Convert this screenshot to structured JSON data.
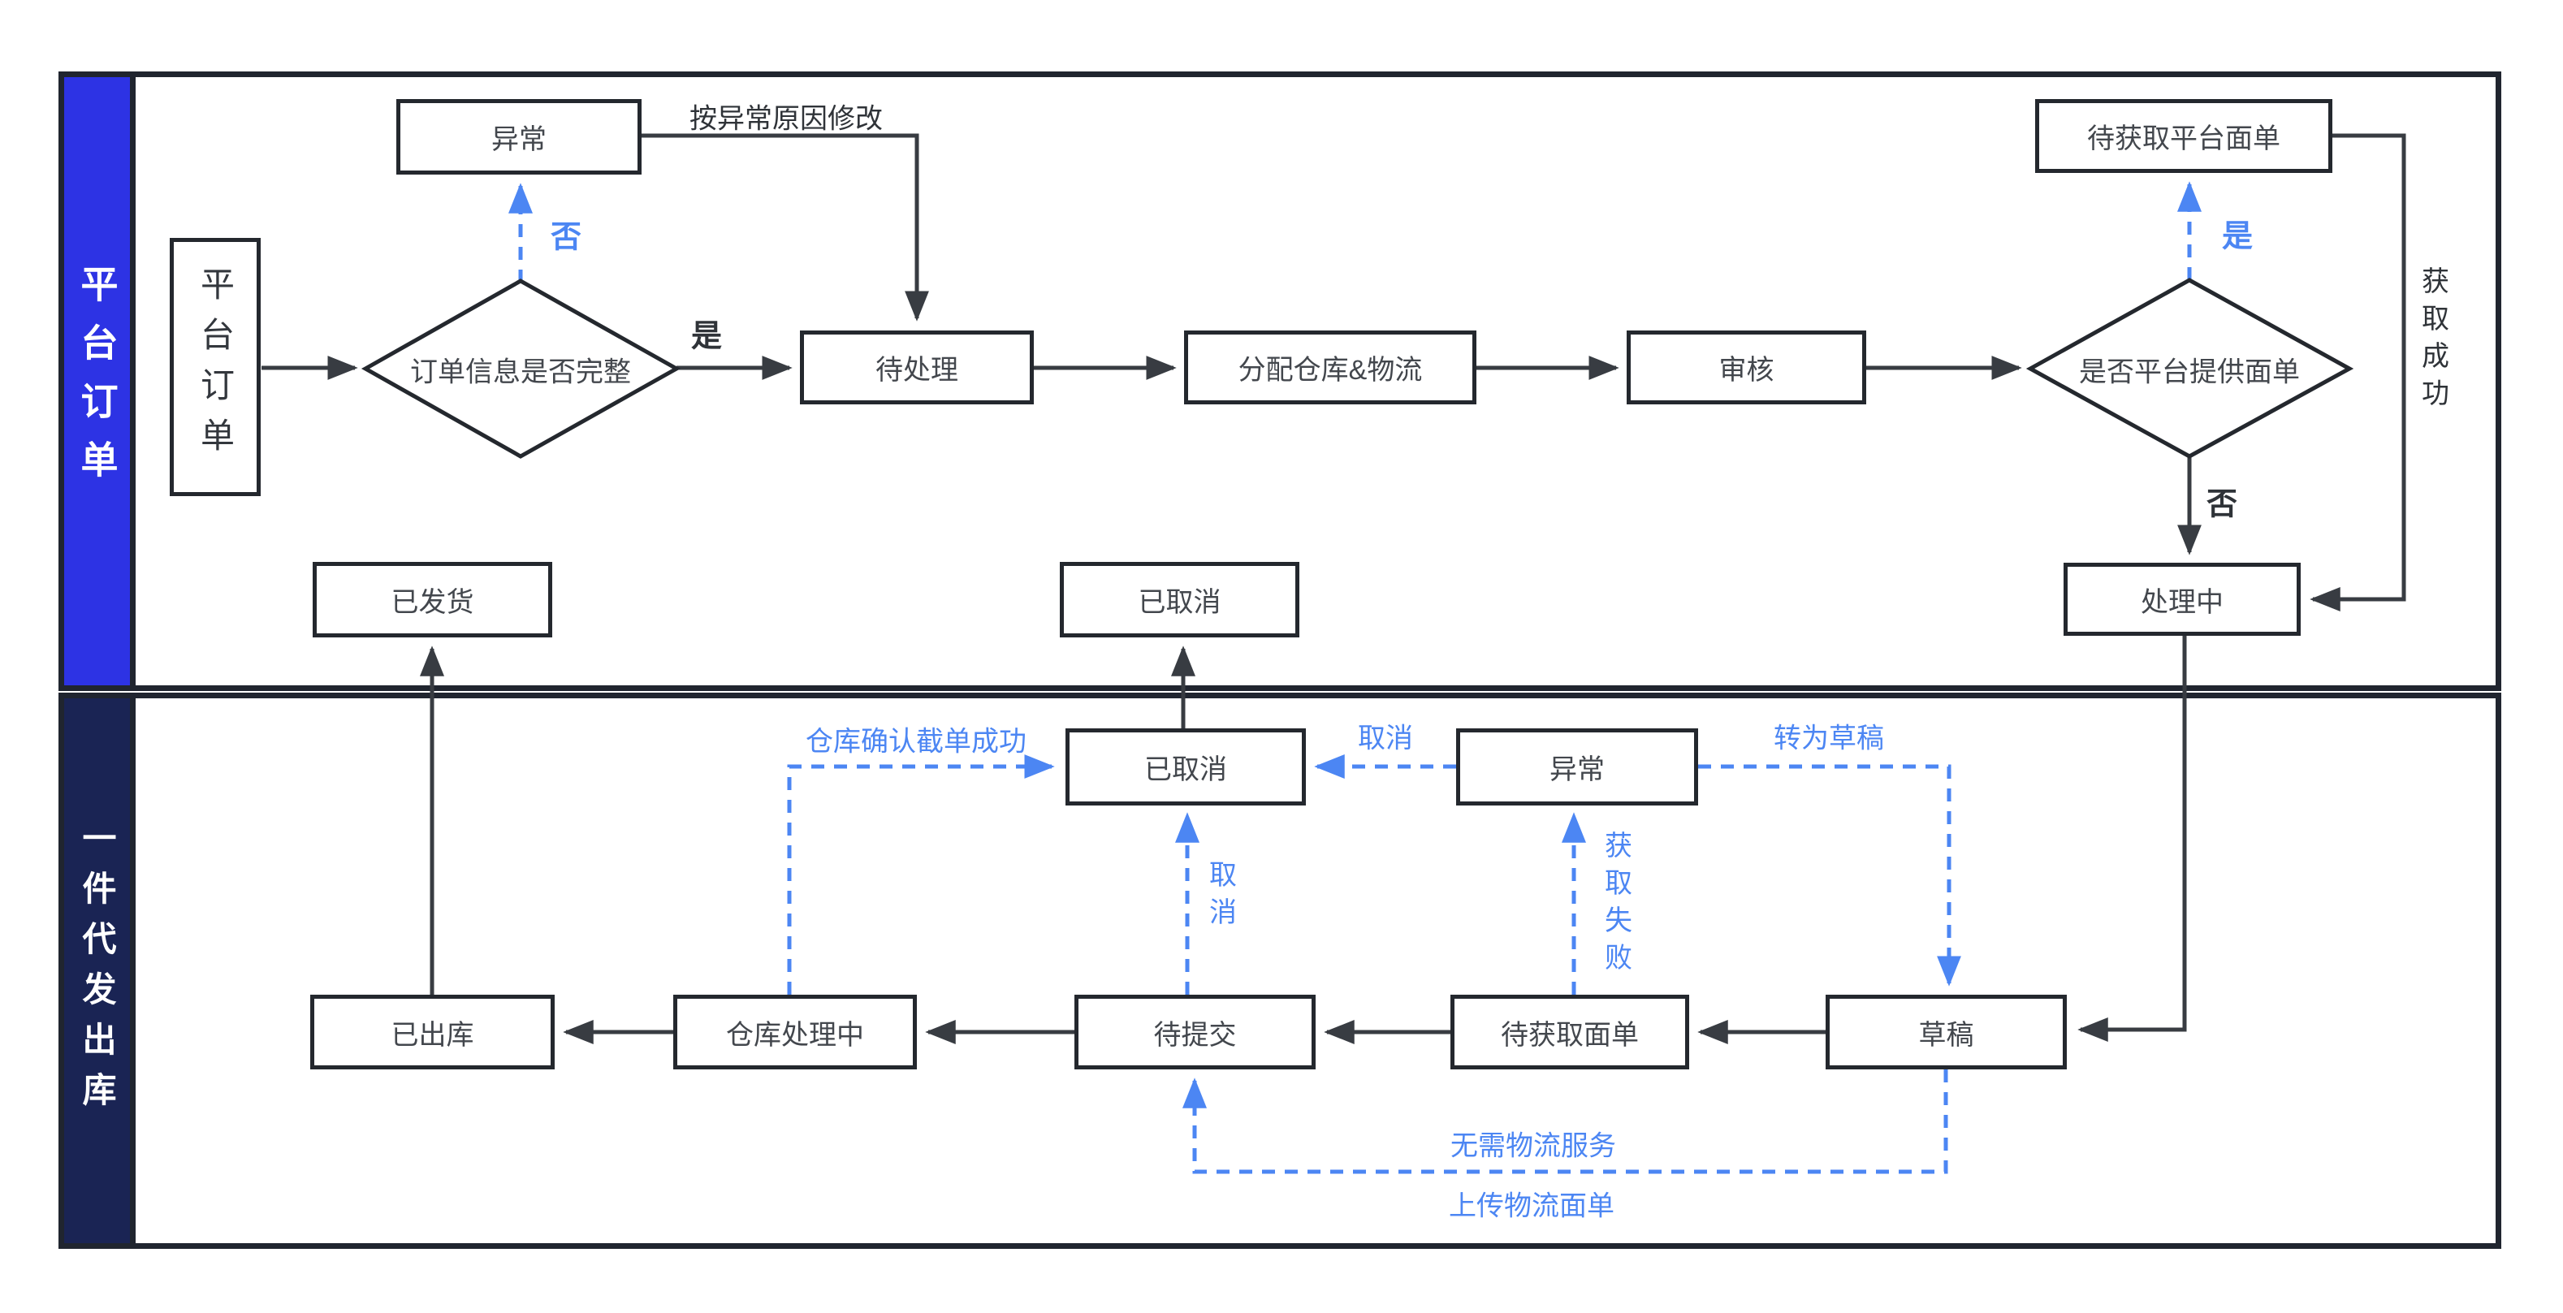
{
  "colors": {
    "lane1_strip": "#2D33E4",
    "lane2_strip": "#1A2454",
    "frame": "#20252F",
    "line_black": "#383C42",
    "line_blue": "#4C86F3",
    "box_border": "#24282E",
    "node_text": "#43474D",
    "label_black": "#2F3338",
    "bg": "#FFFFFF"
  },
  "lanes": [
    {
      "label": "平台订单"
    },
    {
      "label": "一件代发出库"
    }
  ],
  "nodes": {
    "platform_order": "平台订单",
    "exception_top": "异常",
    "pending": "待处理",
    "allocate": "分配仓库&物流",
    "review": "审核",
    "wait_platform_label": "待获取平台面单",
    "processing": "处理中",
    "shipped": "已发货",
    "cancelled_top": "已取消",
    "cancelled_bottom": "已取消",
    "exception_bottom": "异常",
    "outbound_done": "已出库",
    "warehouse_processing": "仓库处理中",
    "wait_submit": "待提交",
    "wait_label": "待获取面单",
    "draft": "草稿"
  },
  "decisions": {
    "order_info_complete": "订单信息是否完整",
    "platform_provides_label": "是否平台提供面单"
  },
  "edge_labels": {
    "yes_1": "是",
    "no_1": "否",
    "fix_by_reason": "按异常原因修改",
    "yes_2": "是",
    "no_2": "否",
    "get_success": "获取成功",
    "cancel_h": "取消",
    "to_draft": "转为草稿",
    "warehouse_confirm": "仓库确认截单成功",
    "cancel_v": "取消",
    "get_fail": "获取失败",
    "no_logistics": "无需物流服务",
    "upload_label": "上传物流面单"
  }
}
